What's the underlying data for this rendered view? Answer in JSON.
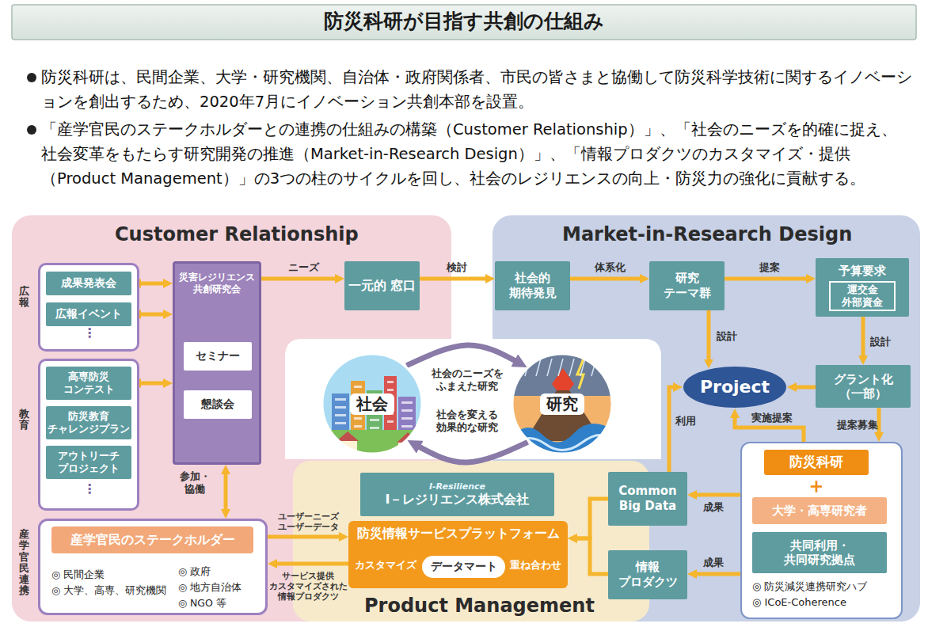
{
  "diagram": {
    "title": "防災科研が目指す共創の仕組み",
    "nodes": [
      {
        "text": [
          "Customer Relationship"
        ]
      },
      {
        "text": [
          "広報",
          "⋮"
        ],
        "in": 0
      },
      {
        "text": [
          "成果発表会"
        ],
        "in": 1
      },
      {
        "text": [
          "広報イベント"
        ],
        "in": 1
      },
      {
        "text": [
          "教育",
          "⋮"
        ],
        "in": 0
      },
      {
        "text": [
          "高専防災 コンテスト"
        ],
        "in": 4
      },
      {
        "text": [
          "防災教育 チャレンジプラン"
        ],
        "in": 4
      },
      {
        "text": [
          "アウトリーチ プロジェクト"
        ],
        "in": 4
      },
      {
        "text": [
          "災害レジリエンス 共創研究会"
        ],
        "in": 0
      },
      {
        "text": [
          "セミナー"
        ],
        "in": 8
      },
      {
        "text": [
          "懇談会"
        ],
        "in": 8
      },
      {
        "text": [
          "一元的 窓口"
        ],
        "in": 0
      },
      {
        "text": [
          "産学官民連携",
          "◎ 民間企業",
          "◎ 大学、高専、研究機関",
          "◎ 政府",
          "◎ 地方自治体",
          "◎ NGO 等"
        ],
        "in": 0
      },
      {
        "text": [
          "産学官民のステークホルダー"
        ],
        "in": 12
      },
      {
        "text": [
          "Market-in-Research Design"
        ]
      },
      {
        "text": [
          "社会的 期待発見"
        ],
        "in": 14
      },
      {
        "text": [
          "研究 テーマ群"
        ],
        "in": 14
      },
      {
        "text": [
          "予算要求",
          "運交金",
          "外部資金"
        ],
        "in": 14
      },
      {
        "text": [
          "Project"
        ],
        "in": 14
      },
      {
        "text": [
          "グラント化 （一部）"
        ],
        "in": 14
      },
      {
        "text": [
          "◎ 防災減災連携研究ハブ",
          "◎ ICoE-Coherence"
        ],
        "in": 14
      },
      {
        "text": [
          "防災科研"
        ],
        "in": 20
      },
      {
        "text": [
          "大学・高専研究者"
        ],
        "in": 20
      },
      {
        "text": [
          "共同利用・ 共同研究拠点"
        ],
        "in": 20
      },
      {
        "text": [
          "社会"
        ]
      },
      {
        "text": [
          "研究"
        ]
      },
      {
        "text": [
          "Product Management"
        ]
      },
      {
        "text": [
          "I-Resilience",
          "I－レジリエンス株式会社"
        ],
        "in": 26
      },
      {
        "text": [
          "防災情報サービスプラットフォーム",
          "カスタマイズ",
          "重ね合わせ"
        ],
        "in": 26
      },
      {
        "text": [
          "データマート"
        ],
        "in": 28
      },
      {
        "text": [
          "Common Big Data"
        ]
      },
      {
        "text": [
          "情報 プロダクツ"
        ]
      }
    ],
    "edges": [
      {
        "from": 2,
        "to": 8,
        "arrow": "both"
      },
      {
        "from": 3,
        "to": 8,
        "arrow": "both"
      },
      {
        "from": 5,
        "to": 8,
        "arrow": "both"
      },
      {
        "from": 8,
        "to": 11,
        "label": "ニーズ",
        "arrow": "to"
      },
      {
        "from": 11,
        "to": 15,
        "label": "検討",
        "arrow": "to"
      },
      {
        "from": 15,
        "to": 16,
        "label": "体系化",
        "arrow": "to"
      },
      {
        "from": 16,
        "to": 17,
        "label": "提案",
        "arrow": "to"
      },
      {
        "from": 16,
        "to": 18,
        "label": "設計",
        "arrow": "to"
      },
      {
        "from": 17,
        "to": 19,
        "label": "設計",
        "arrow": "to"
      },
      {
        "from": 19,
        "to": 18,
        "arrow": "to"
      },
      {
        "from": 19,
        "to": 20,
        "label": "提案募集",
        "arrow": "to"
      },
      {
        "from": 20,
        "to": 18,
        "label": "実施提案",
        "arrow": "to"
      },
      {
        "from": 30,
        "to": 18,
        "label": "利用",
        "arrow": "to"
      },
      {
        "from": 20,
        "to": 30,
        "label": "成果",
        "arrow": "to"
      },
      {
        "from": 20,
        "to": 31,
        "label": "成果",
        "arrow": "to"
      },
      {
        "from": 30,
        "to": 28,
        "arrow": "to"
      },
      {
        "from": 31,
        "to": 28,
        "arrow": "to"
      },
      {
        "from": 12,
        "to": 8,
        "label": "参加・協働",
        "arrow": "both"
      },
      {
        "from": 12,
        "to": 28,
        "label": "ユーザーニーズ ユーザーデータ",
        "arrow": "to"
      },
      {
        "from": 28,
        "to": 12,
        "label": "サービス提供 カスタマイズされた 情報プロダクツ",
        "arrow": "to"
      },
      {
        "from": 24,
        "to": 25,
        "label": "社会のニーズを ふまえた研究",
        "arrow": "to"
      },
      {
        "from": 25,
        "to": 24,
        "label": "社会を変える 効果的な研究",
        "arrow": "to"
      }
    ],
    "labels": [
      "防災科研は、民間企業、大学・研究機関、自治体・政府関係者、市民の皆さまと協働して防災科学技術に関するイノベーションを創出するため、2020年7月にイノベーション共創本部を設置。",
      "「産学官民のステークホルダーとの連携の仕組みの構築（Customer Relationship）」、「社会のニーズを的確に捉え、社会変革をもたらす研究開発の推進（Market-in-Research Design）」、「情報プロダクツのカスタマイズ・提供（Product Management）」の3つの柱のサイクルを回し、社会のレジリエンスの向上・防災力の強化に貢献する。",
      "＋"
    ]
  }
}
